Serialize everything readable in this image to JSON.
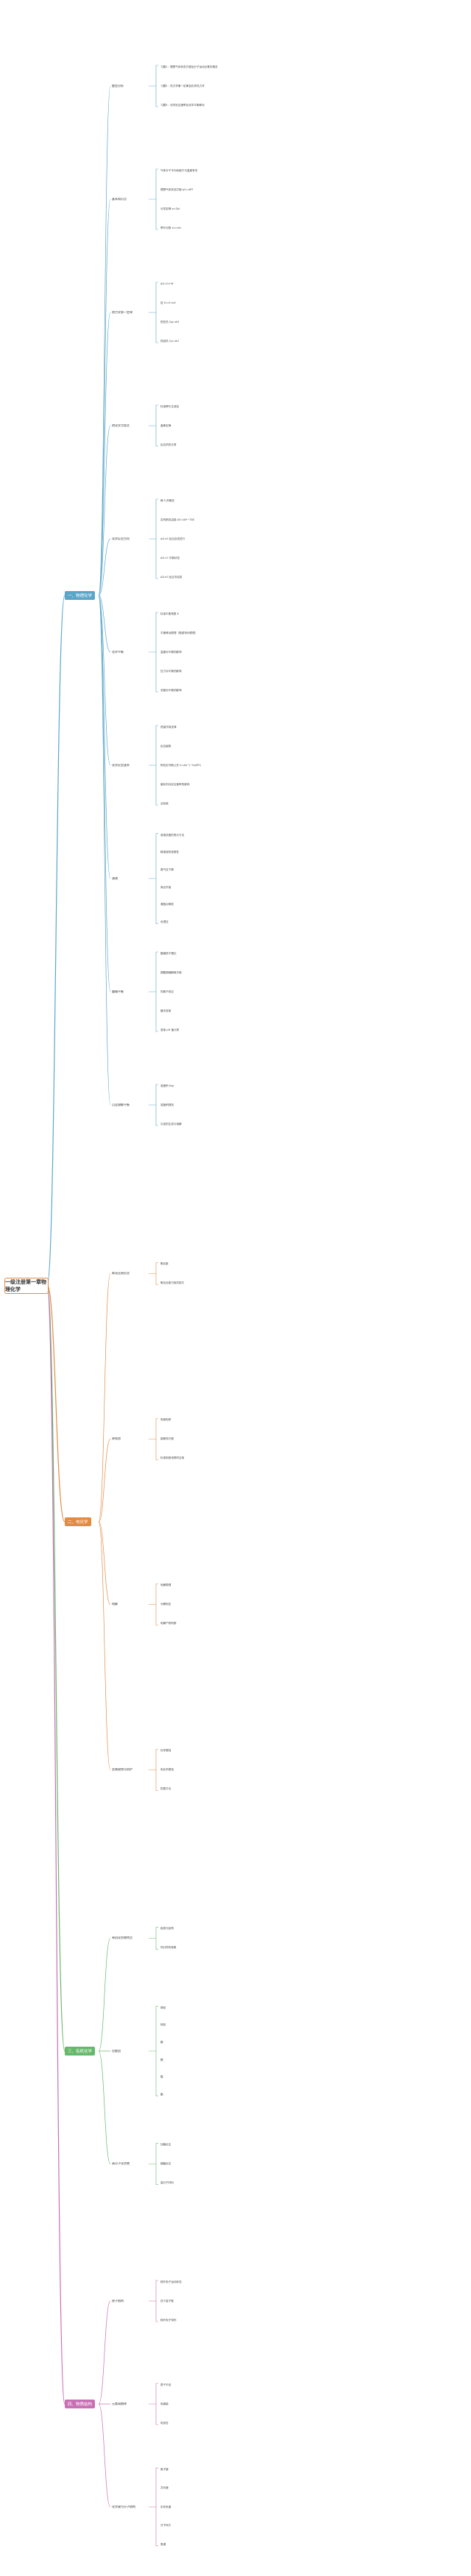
{
  "root": {
    "label": "一级注册第一章物理化学"
  },
  "branches": [
    {
      "label": "一、物理化学",
      "color": "#5aa6c9",
      "groups": [
        {
          "title": "题型分析",
          "items": [
            "习题1：理想气体状态方程及分子运动论基本概念",
            "习题2：热力学第一定律及化学热力学",
            "习题3：化学反应速率及化学平衡移动"
          ]
        },
        {
          "title": "基本知识点",
          "items": [
            "气体分子平均动能只与温度有关",
            "理想气体状态方程 pV=nRT",
            "分压定律 p=Σpi",
            "摩尔分数 xi=ni/n"
          ]
        },
        {
          "title": "热力学第一定律",
          "items": [
            "ΔU=Q+W",
            "焓 H=U+pV",
            "恒压热 Qp=ΔH",
            "恒容热 Qv=ΔU"
          ]
        },
        {
          "title": "热化学方程式",
          "items": [
            "标准摩尔生成焓",
            "盖斯定律",
            "反应热的计算"
          ]
        },
        {
          "title": "化学反应方向",
          "items": [
            "熵 S 的概念",
            "吉布斯自由能 ΔG=ΔH−TΔS",
            "ΔG<0 反应自发进行",
            "ΔG=0 平衡状态",
            "ΔG>0 反应非自发"
          ]
        },
        {
          "title": "化学平衡",
          "items": [
            "标准平衡常数 K",
            "平衡移动原理（勒夏特列原理）",
            "温度对平衡的影响",
            "压力对平衡的影响",
            "浓度对平衡的影响"
          ]
        },
        {
          "title": "化学反应速率",
          "items": [
            "质量作用定律",
            "反应级数",
            "阿伦尼乌斯公式 k=Ae^(−Ea/RT)",
            "催化剂对反应速率的影响",
            "活化能"
          ]
        },
        {
          "title": "溶液",
          "items": [
            "溶液浓度的表示方法",
            "稀溶液的依数性",
            "蒸气压下降",
            "沸点升高",
            "凝固点降低",
            "渗透压"
          ]
        },
        {
          "title": "酸碱平衡",
          "items": [
            "酸碱质子理论",
            "弱酸弱碱解离平衡",
            "同离子效应",
            "缓冲溶液",
            "溶液 pH 值计算"
          ]
        },
        {
          "title": "沉淀溶解平衡",
          "items": [
            "溶度积 Ksp",
            "溶度积规则",
            "沉淀的生成与溶解"
          ]
        }
      ]
    },
    {
      "label": "二、电化学",
      "color": "#e28b45",
      "groups": [
        {
          "title": "氧化还原反应",
          "items": [
            "氧化数",
            "氧化还原方程式配平"
          ]
        },
        {
          "title": "原电池",
          "items": [
            "电极电势",
            "能斯特方程",
            "标准电极电势的应用"
          ]
        },
        {
          "title": "电解",
          "items": [
            "电解原理",
            "分解电压",
            "电解产物判断"
          ]
        },
        {
          "title": "金属腐蚀与防护",
          "items": [
            "化学腐蚀",
            "电化学腐蚀",
            "防腐方法"
          ]
        }
      ]
    },
    {
      "label": "三、有机化学",
      "color": "#66b86a",
      "groups": [
        {
          "title": "有机化合物特点",
          "items": [
            "组成与结构",
            "同分异构现象"
          ]
        },
        {
          "title": "官能团",
          "items": [
            "烯烃",
            "炔烃",
            "醇",
            "醛",
            "酸",
            "酯"
          ]
        },
        {
          "title": "高分子化合物",
          "items": [
            "加聚反应",
            "缩聚反应",
            "高分子材料"
          ]
        }
      ]
    },
    {
      "label": "四、物质结构",
      "color": "#c96fb4",
      "groups": [
        {
          "title": "原子结构",
          "items": [
            "核外电子运动状态",
            "四个量子数",
            "核外电子排布"
          ]
        },
        {
          "title": "元素周期律",
          "items": [
            "原子半径",
            "电离能",
            "电负性"
          ]
        },
        {
          "title": "化学键与分子结构",
          "items": [
            "离子键",
            "共价键",
            "杂化轨道",
            "分子间力",
            "氢键"
          ]
        }
      ]
    }
  ]
}
